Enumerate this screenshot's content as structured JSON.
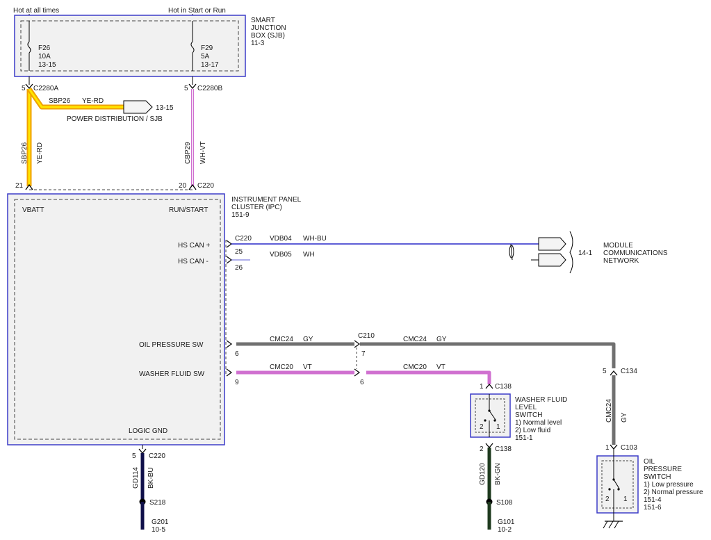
{
  "top": {
    "hot_at_all_times": "Hot at all times",
    "hot_in_start_or_run": "Hot in Start or Run"
  },
  "sjb": {
    "title_lines": [
      "SMART",
      "JUNCTION",
      "BOX (SJB)",
      "11-3"
    ],
    "fuse_f26": {
      "name": "F26",
      "rating": "10A",
      "ref": "13-15"
    },
    "fuse_f29": {
      "name": "F29",
      "rating": "5A",
      "ref": "13-17"
    }
  },
  "connectors": {
    "c2280a": {
      "pin": "5",
      "name": "C2280A"
    },
    "c2280b": {
      "pin": "5",
      "name": "C2280B"
    },
    "c220_vbatt": {
      "pin": "21"
    },
    "c220_run": {
      "pin": "20",
      "name": "C220"
    },
    "c220_can": {
      "name": "C220",
      "pin_hi": "25",
      "pin_lo": "26"
    },
    "c220_gnd": {
      "pin": "5",
      "name": "C220"
    },
    "ipc_oil_pin": "6",
    "ipc_washer_pin": "9",
    "c210": {
      "name": "C210",
      "pin_oil": "7",
      "pin_washer": "6"
    },
    "c138_top": {
      "pin": "1",
      "name": "C138"
    },
    "c138_bot": {
      "pin": "2",
      "name": "C138"
    },
    "c134": {
      "pin": "5",
      "name": "C134"
    },
    "c103": {
      "pin": "1",
      "name": "C103"
    }
  },
  "wires": {
    "sbp26_branch": {
      "circuit": "SBP26",
      "color": "YE-RD"
    },
    "sbp26_vertical": {
      "circuit": "SBP26",
      "color": "YE-RD"
    },
    "cbp29": {
      "circuit": "CBP29",
      "color": "WH-VT"
    },
    "vdb04": {
      "circuit": "VDB04",
      "color": "WH-BU"
    },
    "vdb05": {
      "circuit": "VDB05",
      "color": "WH"
    },
    "cmc24_a": {
      "circuit": "CMC24",
      "color": "GY"
    },
    "cmc24_b": {
      "circuit": "CMC24",
      "color": "GY"
    },
    "cmc24_vertical": {
      "circuit": "CMC24",
      "color": "GY"
    },
    "cmc20_a": {
      "circuit": "CMC20",
      "color": "VT"
    },
    "cmc20_b": {
      "circuit": "CMC20",
      "color": "VT"
    },
    "gd114": {
      "circuit": "GD114",
      "color": "BK-BU"
    },
    "gd120": {
      "circuit": "GD120",
      "color": "BK-GN"
    }
  },
  "power_distribution": {
    "ref": "13-15",
    "label": "POWER DISTRIBUTION / SJB"
  },
  "ipc": {
    "title_lines": [
      "INSTRUMENT PANEL",
      "CLUSTER (IPC)",
      "151-9"
    ],
    "vbatt": "VBATT",
    "run_start": "RUN/START",
    "hs_can_plus": "HS CAN +",
    "hs_can_minus": "HS CAN -",
    "oil_pressure_sw": "OIL PRESSURE SW",
    "washer_fluid_sw": "WASHER FLUID SW",
    "logic_gnd": "LOGIC GND"
  },
  "network": {
    "ref": "14-1",
    "label_lines": [
      "MODULE",
      "COMMUNICATIONS",
      "NETWORK"
    ]
  },
  "washer_switch": {
    "title_lines": [
      "WASHER FLUID",
      "LEVEL",
      "SWITCH",
      "1) Normal level",
      "2) Low fluid",
      "151-1"
    ],
    "pos_2": "2",
    "pos_1": "1"
  },
  "oil_switch": {
    "title_lines": [
      "OIL",
      "PRESSURE",
      "SWITCH",
      "1) Low pressure",
      "2) Normal pressure",
      "151-4",
      "151-6"
    ],
    "pos_2": "2",
    "pos_1": "1"
  },
  "splices": {
    "s218": "S218",
    "s108": "S108"
  },
  "grounds": {
    "g201": {
      "name": "G201",
      "ref": "10-5"
    },
    "g101": {
      "name": "G101",
      "ref": "10-2"
    }
  },
  "colors": {
    "frame": "#3c3cc8",
    "ye_rd_outer": "#f0a000",
    "ye_rd_inner": "#ffe600",
    "wh_vt": "#d070d0",
    "wh_bu": "#2828c8",
    "gy": "#707070",
    "vt": "#d070d0",
    "bk_bu": "#10104a",
    "bk_gn": "#1e3a1e",
    "box_fill": "#f1f1f1"
  }
}
